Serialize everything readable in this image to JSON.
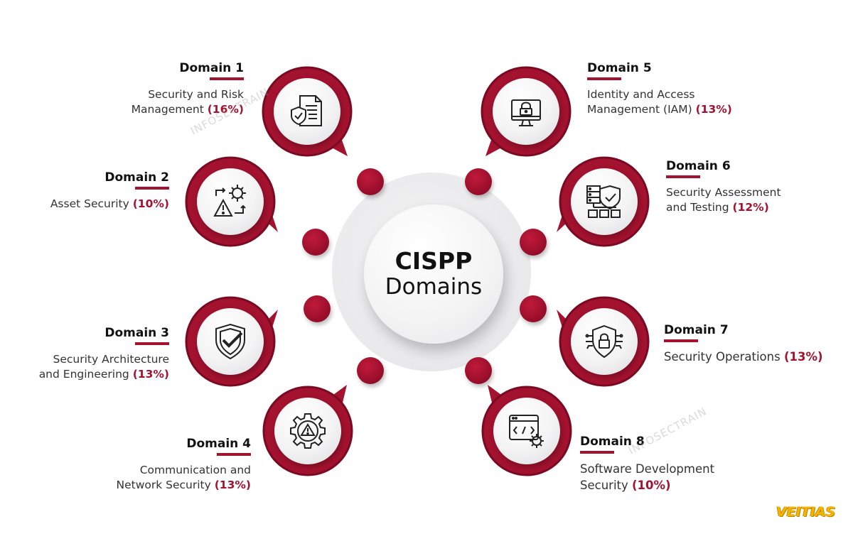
{
  "hub": {
    "title": "CISPP",
    "subtitle": "Domains"
  },
  "domains": [
    {
      "title": "Domain 1",
      "line1": "Security and Risk",
      "line2": "Management",
      "pct": "(16%)",
      "icon": "document-shield-icon"
    },
    {
      "title": "Domain 2",
      "line1": "",
      "line2": "Asset Security",
      "pct": "(10%)",
      "icon": "warning-gear-icon"
    },
    {
      "title": "Domain 3",
      "line1": "Security Architecture",
      "line2": "and Engineering",
      "pct": "(13%)",
      "icon": "shield-check-icon"
    },
    {
      "title": "Domain 4",
      "line1": "Communication and",
      "line2": "Network Security",
      "pct": "(13%)",
      "icon": "gear-warning-icon"
    },
    {
      "title": "Domain 5",
      "line1": "Identity and Access",
      "line2": "Management (IAM)",
      "pct": "(13%)",
      "icon": "monitor-lock-icon"
    },
    {
      "title": "Domain 6",
      "line1": "Security Assessment",
      "line2": "and Testing",
      "pct": "(12%)",
      "icon": "server-shield-icon"
    },
    {
      "title": "Domain 7",
      "line1": "",
      "line2": "Security Operations",
      "pct": "(13%)",
      "icon": "circuit-shield-lock-icon"
    },
    {
      "title": "Domain 8",
      "line1": "Software Development",
      "line2": "Security",
      "pct": "(10%)",
      "icon": "code-window-gear-icon"
    }
  ],
  "watermark": "INFOSECTRAIN",
  "logo": "VEITIAS",
  "colors": {
    "accent": "#a3122f",
    "accent_dark": "#7a0a22",
    "hub": "#e9e9eb"
  }
}
